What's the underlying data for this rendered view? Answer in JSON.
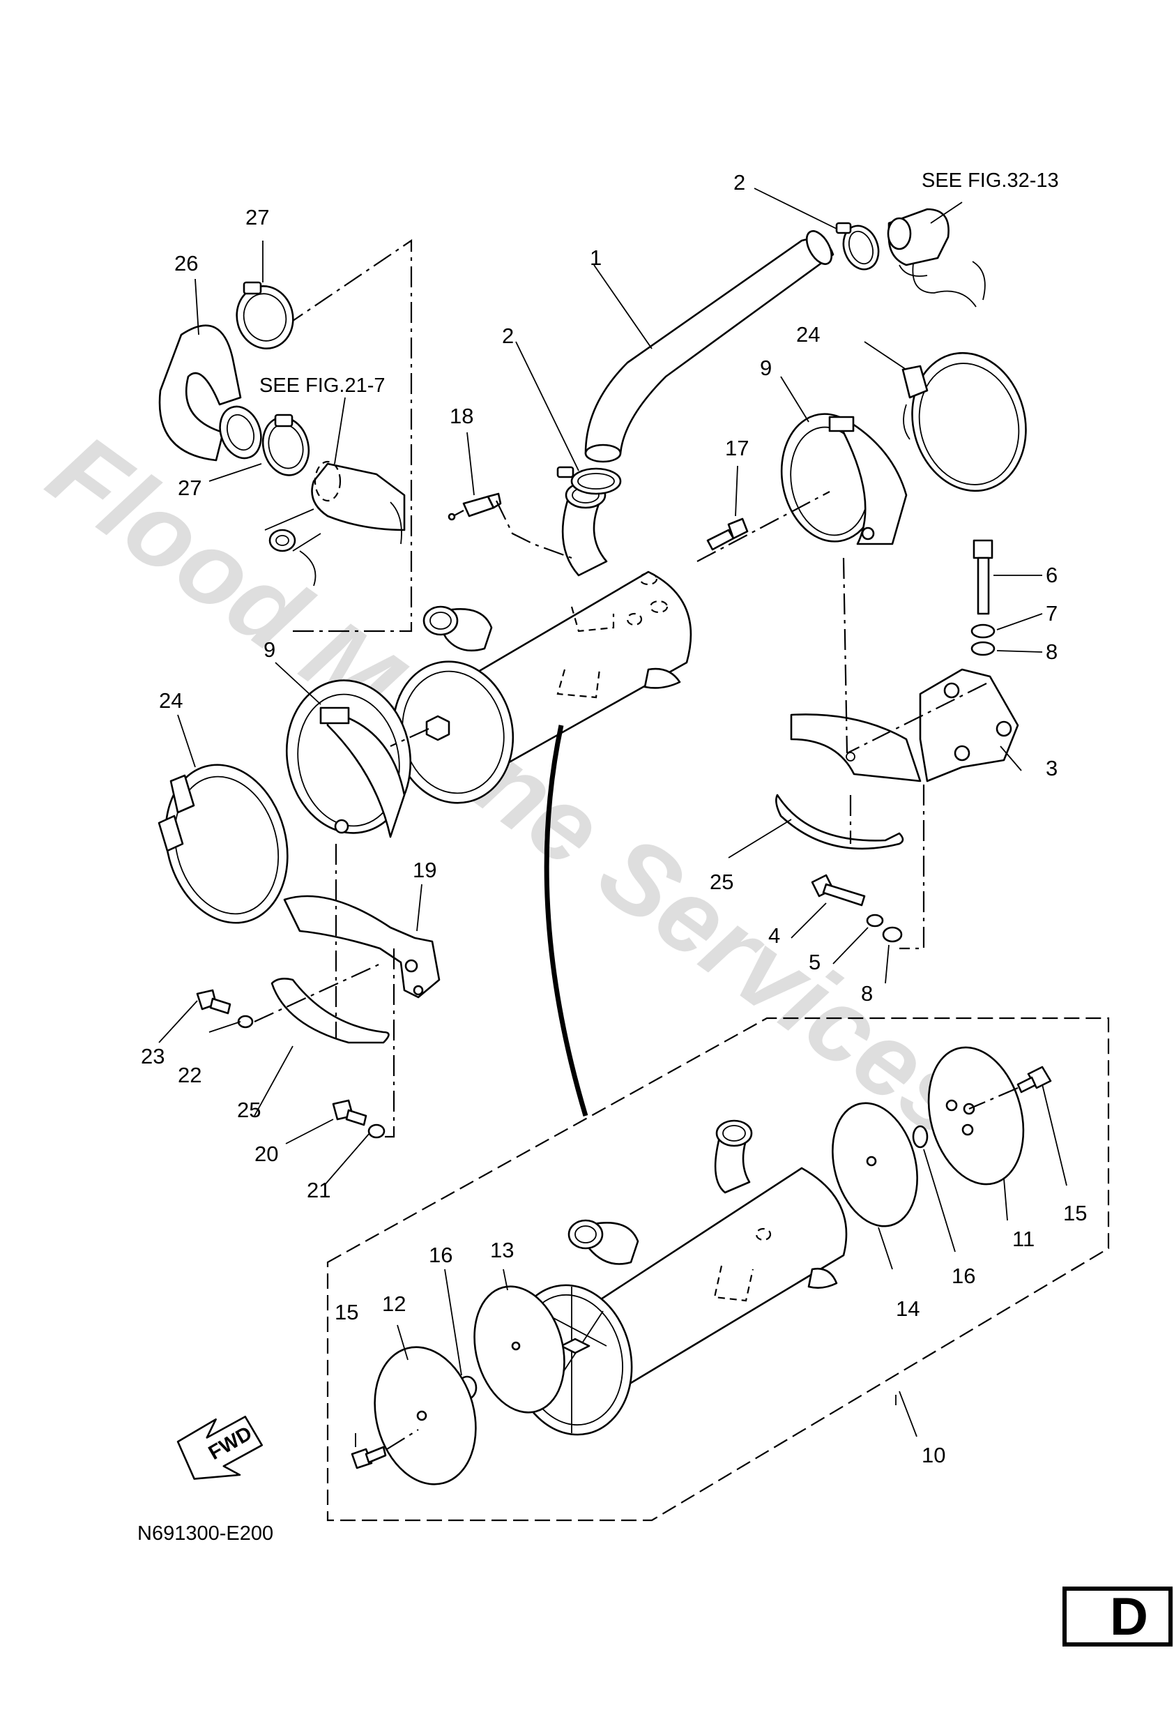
{
  "watermark": "Flood Marine Services",
  "references": {
    "top_right": "SEE FIG.32-13",
    "left": "SEE FIG.21-7"
  },
  "drawing_code": "N691300-E200",
  "fwd_label": "FWD",
  "page_letter": "D",
  "callouts": {
    "n1": "1",
    "n2a": "2",
    "n2b": "2",
    "n3": "3",
    "n4": "4",
    "n5": "5",
    "n6": "6",
    "n7": "7",
    "n8a": "8",
    "n8b": "8",
    "n9a": "9",
    "n9b": "9",
    "n10": "10",
    "n11": "11",
    "n12": "12",
    "n13": "13",
    "n14": "14",
    "n15a": "15",
    "n15b": "15",
    "n16a": "16",
    "n16b": "16",
    "n17": "17",
    "n18": "18",
    "n19": "19",
    "n20": "20",
    "n21": "21",
    "n22": "22",
    "n23": "23",
    "n24a": "24",
    "n24b": "24",
    "n25a": "25",
    "n25b": "25",
    "n26": "26",
    "n27a": "27",
    "n27b": "27"
  }
}
